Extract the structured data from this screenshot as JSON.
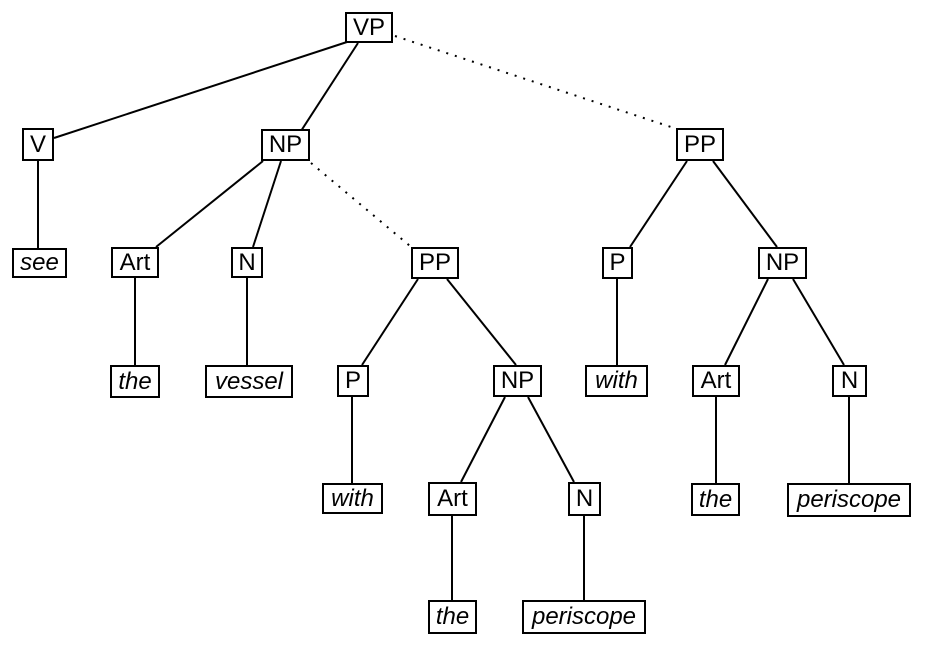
{
  "figure": {
    "type": "syntax-tree-diagram",
    "background_color": "#ffffff",
    "line_color": "#000000",
    "sentence_words": [
      "see",
      "the",
      "vessel",
      "with",
      "the",
      "periscope"
    ]
  },
  "nodes": [
    {
      "id": "vp",
      "label": "VP",
      "terminal": false
    },
    {
      "id": "v",
      "label": "V",
      "terminal": false
    },
    {
      "id": "np-1",
      "label": "NP",
      "terminal": false
    },
    {
      "id": "pp-2",
      "label": "PP",
      "terminal": false
    },
    {
      "id": "see",
      "label": "see",
      "terminal": true
    },
    {
      "id": "art-1",
      "label": "Art",
      "terminal": false
    },
    {
      "id": "n-1",
      "label": "N",
      "terminal": false
    },
    {
      "id": "pp-1",
      "label": "PP",
      "terminal": false
    },
    {
      "id": "p-2",
      "label": "P",
      "terminal": false
    },
    {
      "id": "np-2",
      "label": "NP",
      "terminal": false
    },
    {
      "id": "the-1",
      "label": "the",
      "terminal": true
    },
    {
      "id": "vessel",
      "label": "vessel",
      "terminal": true
    },
    {
      "id": "p-1",
      "label": "P",
      "terminal": false
    },
    {
      "id": "np-1b",
      "label": "NP",
      "terminal": false
    },
    {
      "id": "with-2",
      "label": "with",
      "terminal": true
    },
    {
      "id": "art-2",
      "label": "Art",
      "terminal": false
    },
    {
      "id": "n-2",
      "label": "N",
      "terminal": false
    },
    {
      "id": "with-1",
      "label": "with",
      "terminal": true
    },
    {
      "id": "art-1b",
      "label": "Art",
      "terminal": false
    },
    {
      "id": "n-1b",
      "label": "N",
      "terminal": false
    },
    {
      "id": "the-2",
      "label": "the",
      "terminal": true
    },
    {
      "id": "periscope-2",
      "label": "periscope",
      "terminal": true
    },
    {
      "id": "the-1b",
      "label": "the",
      "terminal": true
    },
    {
      "id": "periscope-1",
      "label": "periscope",
      "terminal": true
    }
  ],
  "edges": [
    {
      "from": "vp",
      "to": "v",
      "style": "solid"
    },
    {
      "from": "vp",
      "to": "np-1",
      "style": "solid"
    },
    {
      "from": "vp",
      "to": "pp-2",
      "style": "dotted"
    },
    {
      "from": "v",
      "to": "see",
      "style": "solid"
    },
    {
      "from": "np-1",
      "to": "art-1",
      "style": "solid"
    },
    {
      "from": "np-1",
      "to": "n-1",
      "style": "solid"
    },
    {
      "from": "np-1",
      "to": "pp-1",
      "style": "dotted"
    },
    {
      "from": "art-1",
      "to": "the-1",
      "style": "solid"
    },
    {
      "from": "n-1",
      "to": "vessel",
      "style": "solid"
    },
    {
      "from": "pp-1",
      "to": "p-1",
      "style": "solid"
    },
    {
      "from": "pp-1",
      "to": "np-1b",
      "style": "solid"
    },
    {
      "from": "p-1",
      "to": "with-1",
      "style": "solid"
    },
    {
      "from": "np-1b",
      "to": "art-1b",
      "style": "solid"
    },
    {
      "from": "np-1b",
      "to": "n-1b",
      "style": "solid"
    },
    {
      "from": "art-1b",
      "to": "the-1b",
      "style": "solid"
    },
    {
      "from": "n-1b",
      "to": "periscope-1",
      "style": "solid"
    },
    {
      "from": "pp-2",
      "to": "p-2",
      "style": "solid"
    },
    {
      "from": "pp-2",
      "to": "np-2",
      "style": "solid"
    },
    {
      "from": "p-2",
      "to": "with-2",
      "style": "solid"
    },
    {
      "from": "np-2",
      "to": "art-2",
      "style": "solid"
    },
    {
      "from": "np-2",
      "to": "n-2",
      "style": "solid"
    },
    {
      "from": "art-2",
      "to": "the-2",
      "style": "solid"
    },
    {
      "from": "n-2",
      "to": "periscope-2",
      "style": "solid"
    }
  ]
}
